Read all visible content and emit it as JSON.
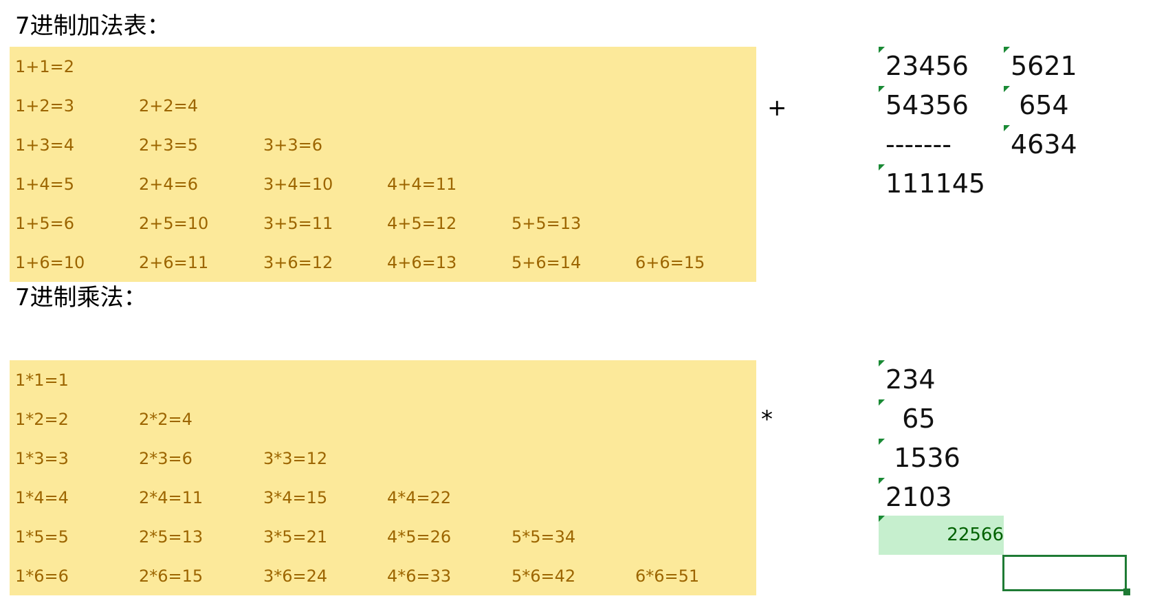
{
  "addition": {
    "title": "7进制加法表：",
    "rows": [
      [
        "1+1=2"
      ],
      [
        "1+2=3",
        "2+2=4"
      ],
      [
        "1+3=4",
        "2+3=5",
        "3+3=6"
      ],
      [
        "1+4=5",
        "2+4=6",
        "3+4=10",
        "4+4=11"
      ],
      [
        "1+5=6",
        "2+5=10",
        "3+5=11",
        "4+5=12",
        "5+5=13"
      ],
      [
        "1+6=10",
        "2+6=11",
        "3+6=12",
        "4+6=13",
        "5+6=14",
        "6+6=15"
      ]
    ],
    "operator": "+",
    "calc": {
      "left": [
        "23456",
        "54356",
        "-------",
        "111145"
      ],
      "right": [
        "5621",
        " 654",
        "4634"
      ]
    }
  },
  "multiplication": {
    "title": "7进制乘法：",
    "rows": [
      [
        "1*1=1"
      ],
      [
        "1*2=2",
        "2*2=4"
      ],
      [
        "1*3=3",
        "2*3=6",
        "3*3=12"
      ],
      [
        "1*4=4",
        "2*4=11",
        "3*4=15",
        "4*4=22"
      ],
      [
        "1*5=5",
        "2*5=13",
        "3*5=21",
        "4*5=26",
        "5*5=34"
      ],
      [
        "1*6=6",
        "2*6=15",
        "3*6=24",
        "4*6=33",
        "5*6=42",
        "6*6=51"
      ]
    ],
    "operator": "*",
    "calc": {
      "left": [
        "234",
        "  65",
        " 1536",
        "2103"
      ],
      "result": "22566"
    }
  },
  "colors": {
    "table_fill": "#fce99a",
    "table_text": "#9c6500",
    "result_fill": "#c6efce",
    "result_text": "#006100",
    "selection": "#1e7b34",
    "note_indicator": "#1a8a35"
  }
}
